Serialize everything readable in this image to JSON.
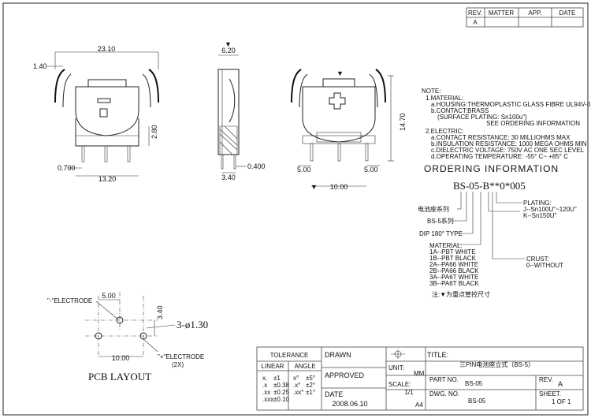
{
  "revision_table": {
    "headers": [
      "REV.",
      "MATTER",
      "APP.",
      "DATE"
    ],
    "row": [
      "A",
      "",
      "",
      ""
    ]
  },
  "dimensions": {
    "width_overall": "23.10",
    "clip_offset": "1.40",
    "height_side": "2.80",
    "pin_width": "0.700",
    "pin_span": "13.20",
    "side_width": "6.20",
    "side_pin": "0.400",
    "side_span": "3.40",
    "height_total": "14.70",
    "pin_pitch_left": "5.00",
    "pin_pitch_right": "5.00",
    "pin_span_total": "10.00"
  },
  "notes": {
    "header": "NOTE:",
    "lines": [
      "1.MATERIAL:",
      "a.HOUSING:THERMOPLASTIC GLASS FIBRE UL94V-0",
      "b.CONTACT:BRASS",
      "(SURFACE PLATING: Sn100u\")",
      "SEE ORDERING INFORMATION",
      "2.ELECTRIC:",
      "a.CONTACT RESISTANCE: 30 MILLIOHMS MAX",
      "b.INSULATION RESISTANCE: 1000 MEGA OHMS MIN",
      "c.DIELECTRIC VOLTAGE: 750V AC ONE SEC LEVEL",
      "d.OPERATING TEMPERATURE: -55° C~ +85° C"
    ]
  },
  "ordering": {
    "title": "ORDERING INFORMATION",
    "code": "BS-05-B**0*005",
    "label_series_cn": "电池座系列",
    "label_series": "BS-5系列",
    "label_dip": "DIP 180° TYPE",
    "material_header": "MATERIAL:",
    "materials": [
      "1A--PBT WHITE",
      "1B--PBT BLACK",
      "2A--PA66 WHITE",
      "2B--PA66 BLACK",
      "3A--PA6T WHITE",
      "3B--PA6T BLACK"
    ],
    "plating_header": "PLATING:",
    "plating": [
      "J--Sn100U\"~120U\"",
      "K--Sn150U\""
    ],
    "crust_header": "CRUST:",
    "crust": [
      "0--WITHOUT"
    ],
    "footnote": "注:▼为重点管控尺寸"
  },
  "pcb": {
    "title": "PCB LAYOUT",
    "neg_electrode": "\"-\"ELECTRODE",
    "pos_electrode": "\"+\"ELECTRODE",
    "pos_qty": "(2X)",
    "hole": "3-ø1.30",
    "dim_x": "5.00",
    "dim_y": "3.40",
    "dim_span": "10.00"
  },
  "title_block": {
    "tolerance": "TOLERANCE",
    "linear": "LINEAR",
    "angle": "ANGLE",
    "lin_rows": [
      [
        "x.",
        "±1"
      ],
      [
        ".x",
        "±0.38"
      ],
      [
        ".xx",
        "±0.25"
      ],
      [
        ".xxx",
        "±0.10"
      ]
    ],
    "ang_rows": [
      [
        "x°",
        "±5°"
      ],
      [
        ".x°",
        "±2°"
      ],
      [
        ".xx°",
        "±1°"
      ]
    ],
    "drawn": "DRAWN",
    "approved": "APPROVED",
    "date_label": "DATE",
    "date": "2008.06.10",
    "unit_label": "UNIT:",
    "unit": "MM",
    "scale_label": "SCALE:",
    "scale": "1/1",
    "size": "A4",
    "title_label": "TITLE:",
    "title": "三PIN电池座立式（BS-5）",
    "part_label": "PART NO.",
    "part": "BS-05",
    "dwg_label": "DWG. NO.",
    "dwg": "BS-05",
    "rev_label": "REV.",
    "rev": "A",
    "sheet_label": "SHEET.",
    "sheet": "1 OF 1"
  }
}
